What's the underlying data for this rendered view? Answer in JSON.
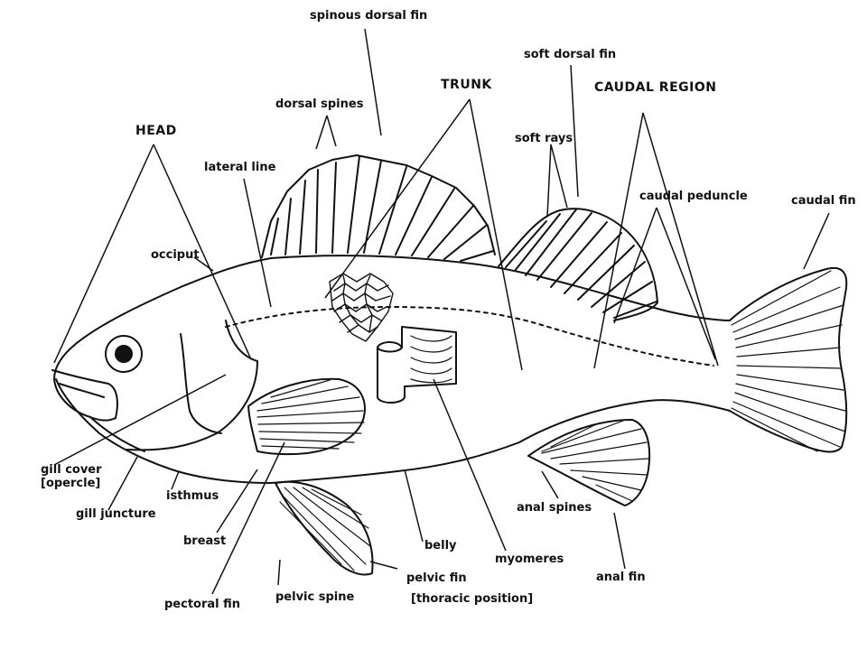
{
  "labels": {
    "spinous_dorsal_fin": "spinous dorsal fin",
    "soft_dorsal_fin": "soft dorsal fin",
    "trunk": "TRUNK",
    "caudal_region": "CAUDAL REGION",
    "dorsal_spines": "dorsal spines",
    "head": "HEAD",
    "soft_rays": "soft rays",
    "lateral_line": "lateral line",
    "caudal_peduncle": "caudal peduncle",
    "caudal_fin": "caudal fin",
    "occiput": "occiput",
    "gill_cover_1": "gill cover",
    "gill_cover_2": "[opercle]",
    "gill_juncture": "gill juncture",
    "isthmus": "isthmus",
    "breast": "breast",
    "pectoral_fin": "pectoral fin",
    "pelvic_spine": "pelvic spine",
    "belly": "belly",
    "pelvic_fin_1": "pelvic fin",
    "pelvic_fin_2": "[thoracic position]",
    "myomeres": "myomeres",
    "anal_spines": "anal spines",
    "anal_fin": "anal fin"
  },
  "colors": {
    "ink": "#111111",
    "paper": "#ffffff"
  }
}
